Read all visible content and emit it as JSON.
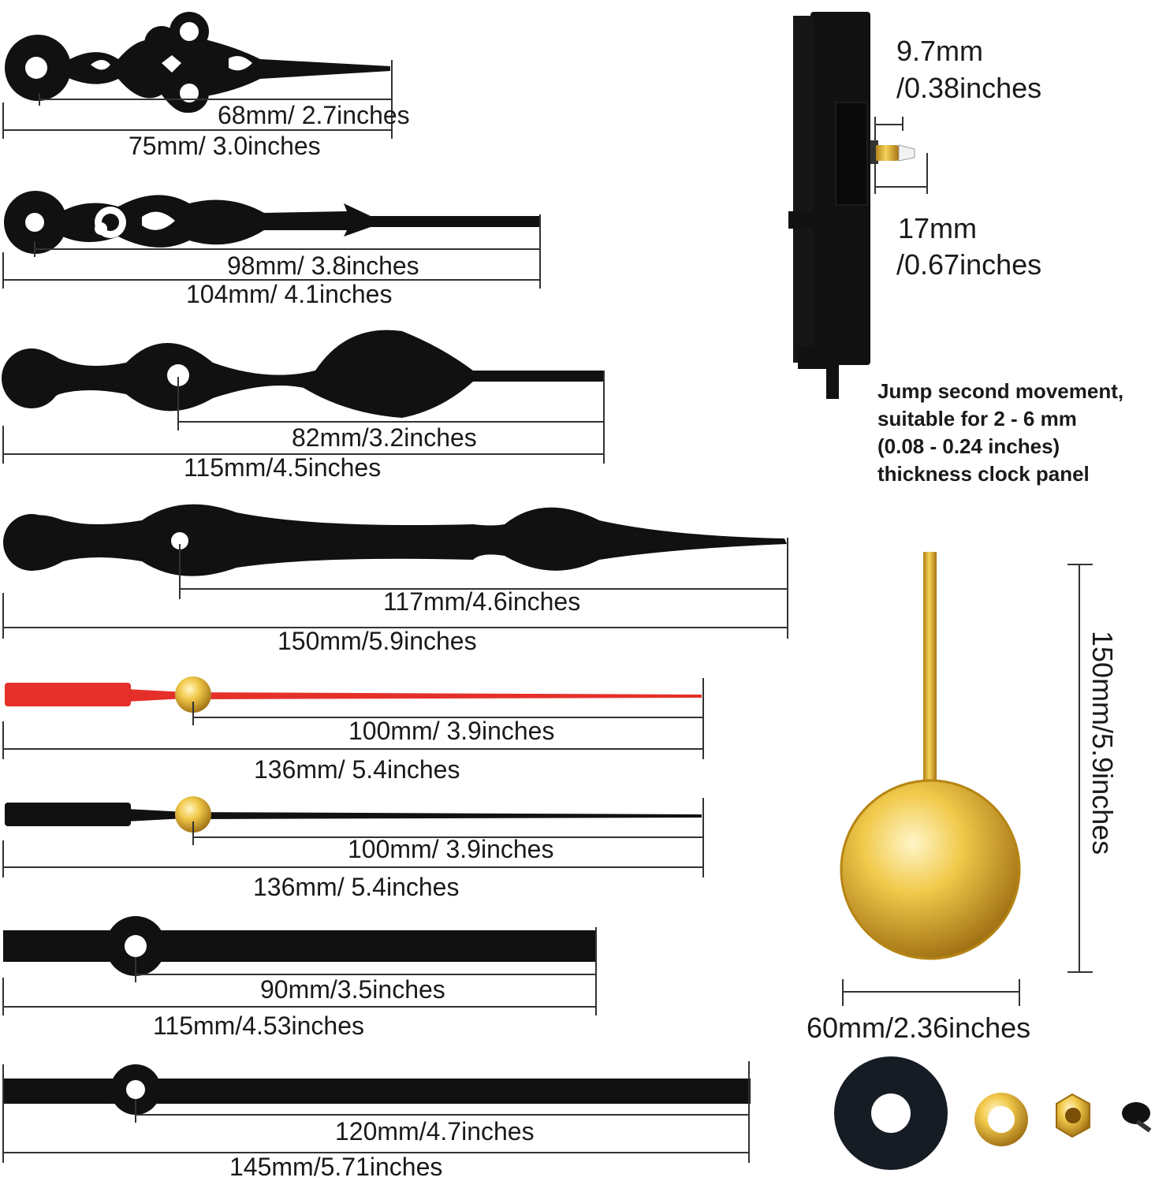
{
  "hands": [
    {
      "shaft_label": "68mm/ 2.7inches",
      "total_label": "75mm/ 3.0inches",
      "style": "ornate-serpentine",
      "color": "#111111"
    },
    {
      "shaft_label": "98mm/ 3.8inches",
      "total_label": "104mm/ 4.1inches",
      "style": "ornate-arrow",
      "color": "#111111"
    },
    {
      "shaft_label": "82mm/3.2inches",
      "total_label": "115mm/4.5inches",
      "style": "spade-short",
      "color": "#111111"
    },
    {
      "shaft_label": "117mm/4.6inches",
      "total_label": "150mm/5.9inches",
      "style": "spade-long",
      "color": "#111111"
    },
    {
      "shaft_label": "100mm/ 3.9inches",
      "total_label": "136mm/ 5.4inches",
      "style": "second-hand-red",
      "color": "#e5302a"
    },
    {
      "shaft_label": "100mm/ 3.9inches",
      "total_label": "136mm/ 5.4inches",
      "style": "second-hand-black",
      "color": "#111111"
    },
    {
      "shaft_label": "90mm/3.5inches",
      "total_label": "115mm/4.53inches",
      "style": "straight-bar-short",
      "color": "#111111"
    },
    {
      "shaft_label": "120mm/4.7inches",
      "total_label": "145mm/5.71inches",
      "style": "straight-bar-long",
      "color": "#111111"
    }
  ],
  "movement": {
    "shaft_top_label_line1": "9.7mm",
    "shaft_top_label_line2": "/0.38inches",
    "shaft_bottom_label_line1": "17mm",
    "shaft_bottom_label_line2": "/0.67inches",
    "description_lines": [
      "Jump second movement,",
      "suitable for 2 - 6 mm",
      "(0.08 - 0.24 inches)",
      "thickness clock panel"
    ]
  },
  "pendulum": {
    "length_label": "150mm/5.9inches",
    "bob_width_label": "60mm/2.36inches",
    "color": "#d9a72a"
  },
  "accessories": [
    "rubber-washer-icon",
    "brass-washer-icon",
    "hex-nut-icon",
    "cap-nut-icon"
  ]
}
